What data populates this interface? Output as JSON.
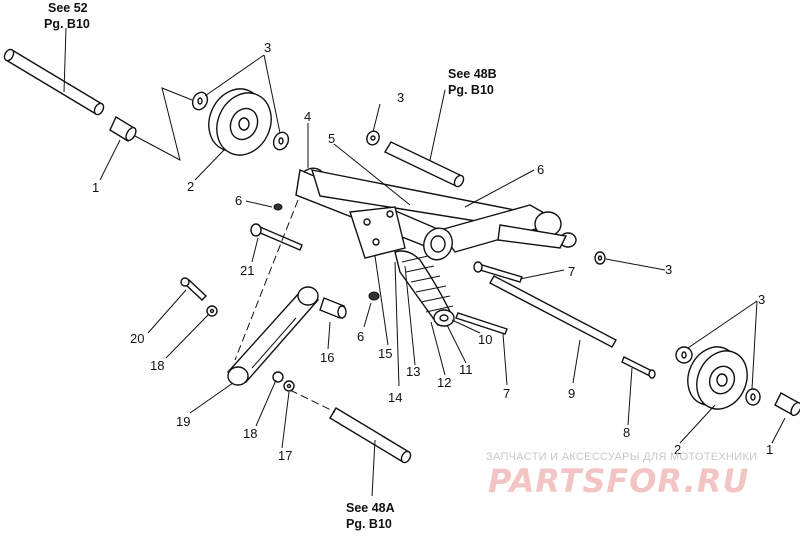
{
  "references": [
    {
      "id": "ref-52",
      "line1": "See 52",
      "line2": "Pg. B10"
    },
    {
      "id": "ref-48b",
      "line1": "See 48B",
      "line2": "Pg. B10"
    },
    {
      "id": "ref-48a",
      "line1": "See 48A",
      "line2": "Pg. B10"
    }
  ],
  "callouts": [
    "1",
    "2",
    "3",
    "3",
    "4",
    "5",
    "6",
    "6",
    "21",
    "3",
    "7",
    "3",
    "3",
    "20",
    "18",
    "16",
    "6",
    "15",
    "14",
    "13",
    "12",
    "11",
    "10",
    "7",
    "9",
    "8",
    "2",
    "1",
    "19",
    "18",
    "17"
  ],
  "watermark": {
    "caption": "ЗАПЧАСТИ И АКСЕССУАРЫ ДЛЯ МОТОТЕХНИКИ",
    "logo": "PARTSFOR.RU"
  }
}
